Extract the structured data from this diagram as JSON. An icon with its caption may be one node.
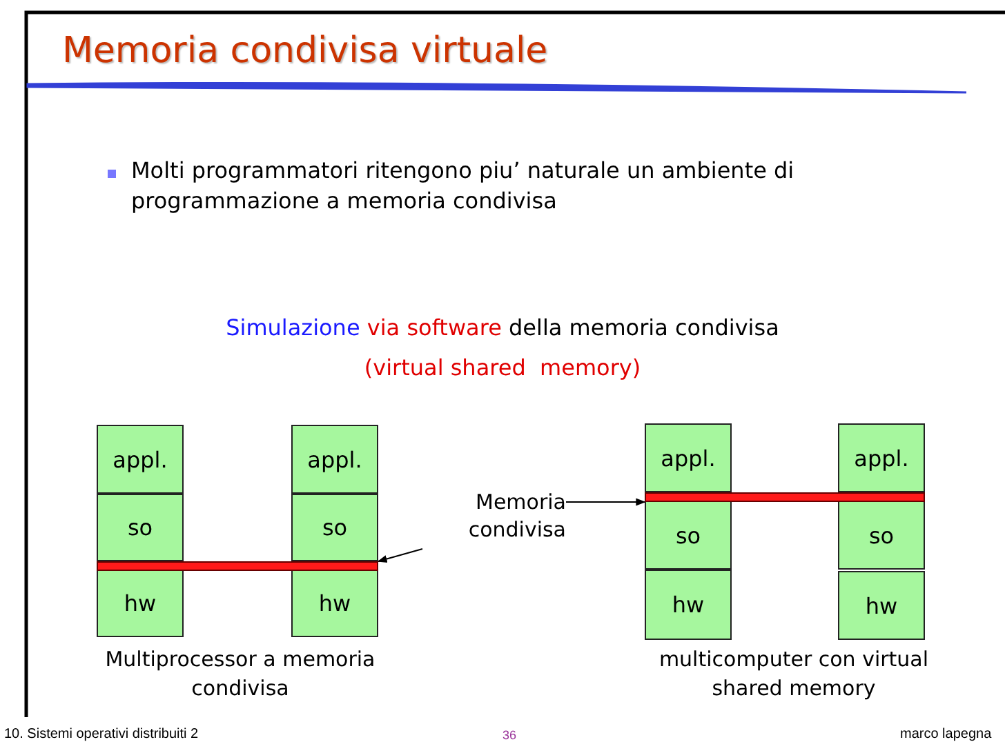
{
  "diagram": {
    "title": "Memoria condivisa virtuale",
    "nodes": [
      {
        "text": [
          "appl."
        ]
      },
      {
        "text": [
          "so"
        ]
      },
      {
        "text": [
          "hw"
        ]
      },
      {
        "text": [
          "appl."
        ]
      },
      {
        "text": [
          "so"
        ]
      },
      {
        "text": [
          "hw"
        ]
      },
      {
        "text": [],
        "shape": "bar"
      },
      {
        "text": [
          "Memoria condivisa"
        ]
      },
      {
        "text": [
          "appl."
        ]
      },
      {
        "text": [
          "so"
        ]
      },
      {
        "text": [
          "hw"
        ]
      },
      {
        "text": [
          "appl."
        ]
      },
      {
        "text": [
          "so"
        ]
      },
      {
        "text": [
          "hw"
        ]
      },
      {
        "text": [],
        "shape": "bar"
      }
    ],
    "edges": [
      {
        "from": 7,
        "to": 6,
        "arrow": "to"
      },
      {
        "from": 7,
        "to": 14,
        "arrow": "to"
      }
    ],
    "labels": [
      "Molti programmatori ritengono piu’ naturale un ambiente di programmazione a memoria condivisa",
      "Simulazione",
      "via software",
      "della memoria condivisa",
      "(virtual shared  memory)",
      "Multiprocessor a memoria condivisa",
      "multicomputer con virtual shared memory",
      "10. Sistemi operativi distribuiti 2",
      "36",
      "marco lapegna"
    ]
  }
}
